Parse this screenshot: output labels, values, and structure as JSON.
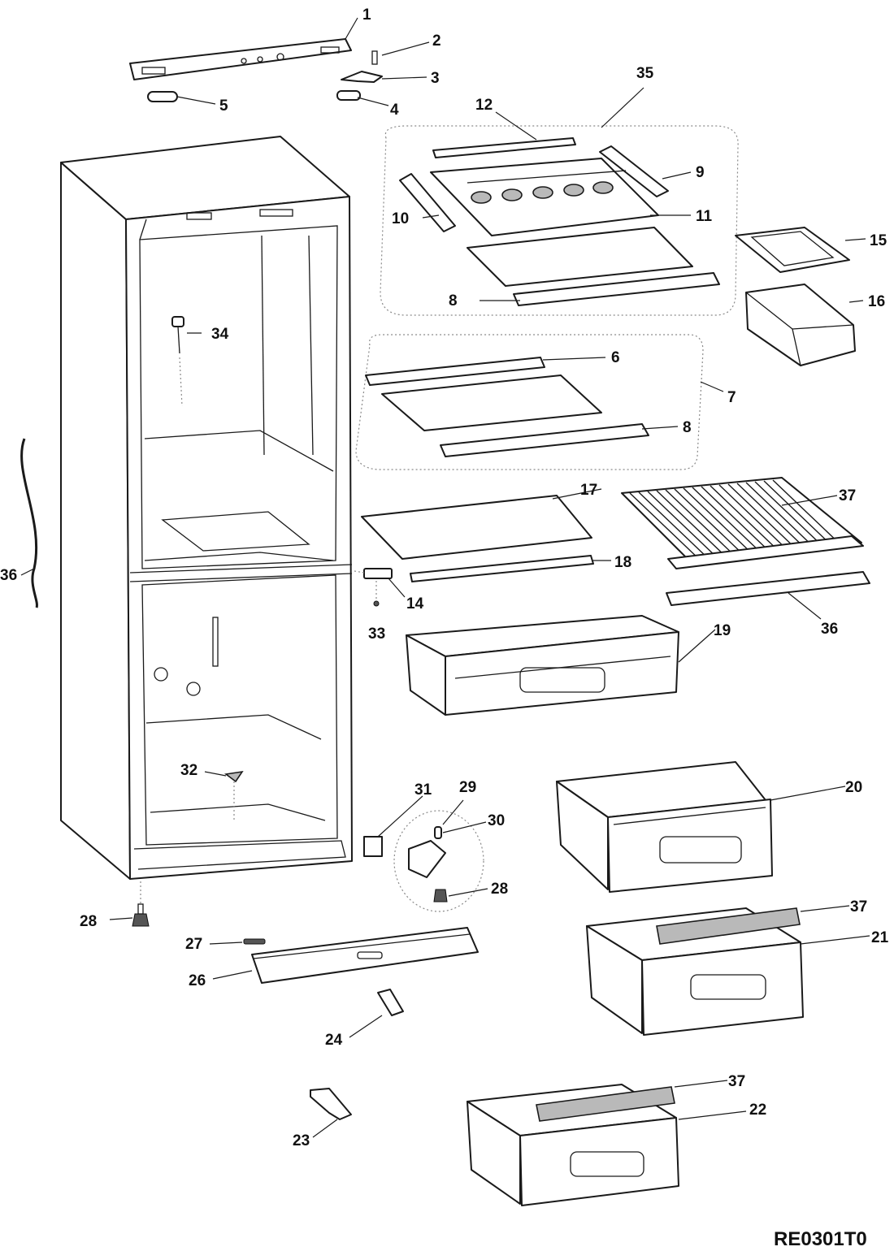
{
  "drawing_code": "RE0301T0",
  "callouts": {
    "c1": "1",
    "c2": "2",
    "c3": "3",
    "c4": "4",
    "c5": "5",
    "c6": "6",
    "c7": "7",
    "c8a": "8",
    "c8b": "8",
    "c9": "9",
    "c10": "10",
    "c11": "11",
    "c12": "12",
    "c14": "14",
    "c15": "15",
    "c16": "16",
    "c17": "17",
    "c18": "18",
    "c19": "19",
    "c20": "20",
    "c21": "21",
    "c22": "22",
    "c23": "23",
    "c24": "24",
    "c26": "26",
    "c27": "27",
    "c28a": "28",
    "c28b": "28",
    "c29": "29",
    "c30": "30",
    "c31": "31",
    "c32": "32",
    "c33": "33",
    "c34": "34",
    "c35": "35",
    "c36a": "36",
    "c36b": "36",
    "c37a": "37",
    "c37b": "37",
    "c37c": "37"
  }
}
